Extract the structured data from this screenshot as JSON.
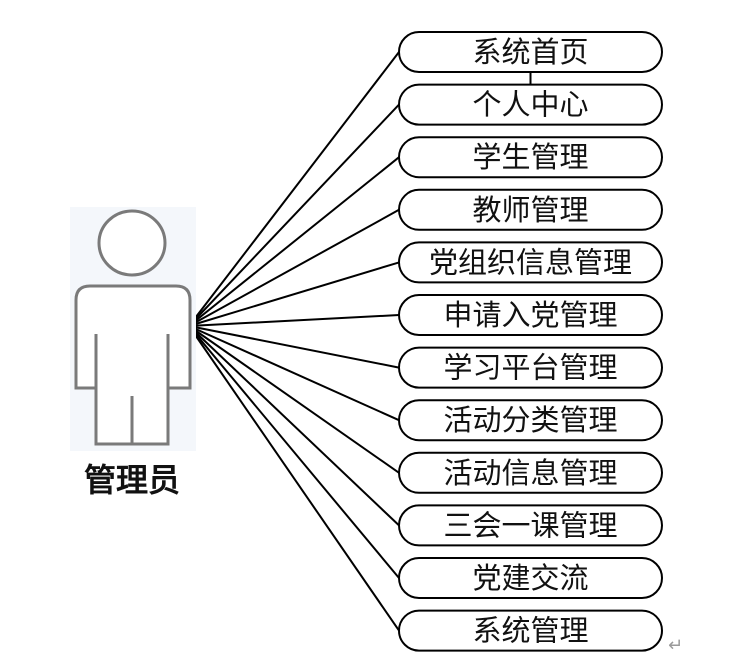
{
  "actor": {
    "label": "管理员",
    "icon": "person-icon"
  },
  "use_cases": [
    "系统首页",
    "个人中心",
    "学生管理",
    "教师管理",
    "党组织信息管理",
    "申请入党管理",
    "学习平台管理",
    "活动分类管理",
    "活动信息管理",
    "三会一课管理",
    "党建交流",
    "系统管理"
  ],
  "return_mark": "↵",
  "colors": {
    "stroke": "#000000",
    "actor_stroke": "#7a7a7a",
    "background": "#ffffff"
  }
}
